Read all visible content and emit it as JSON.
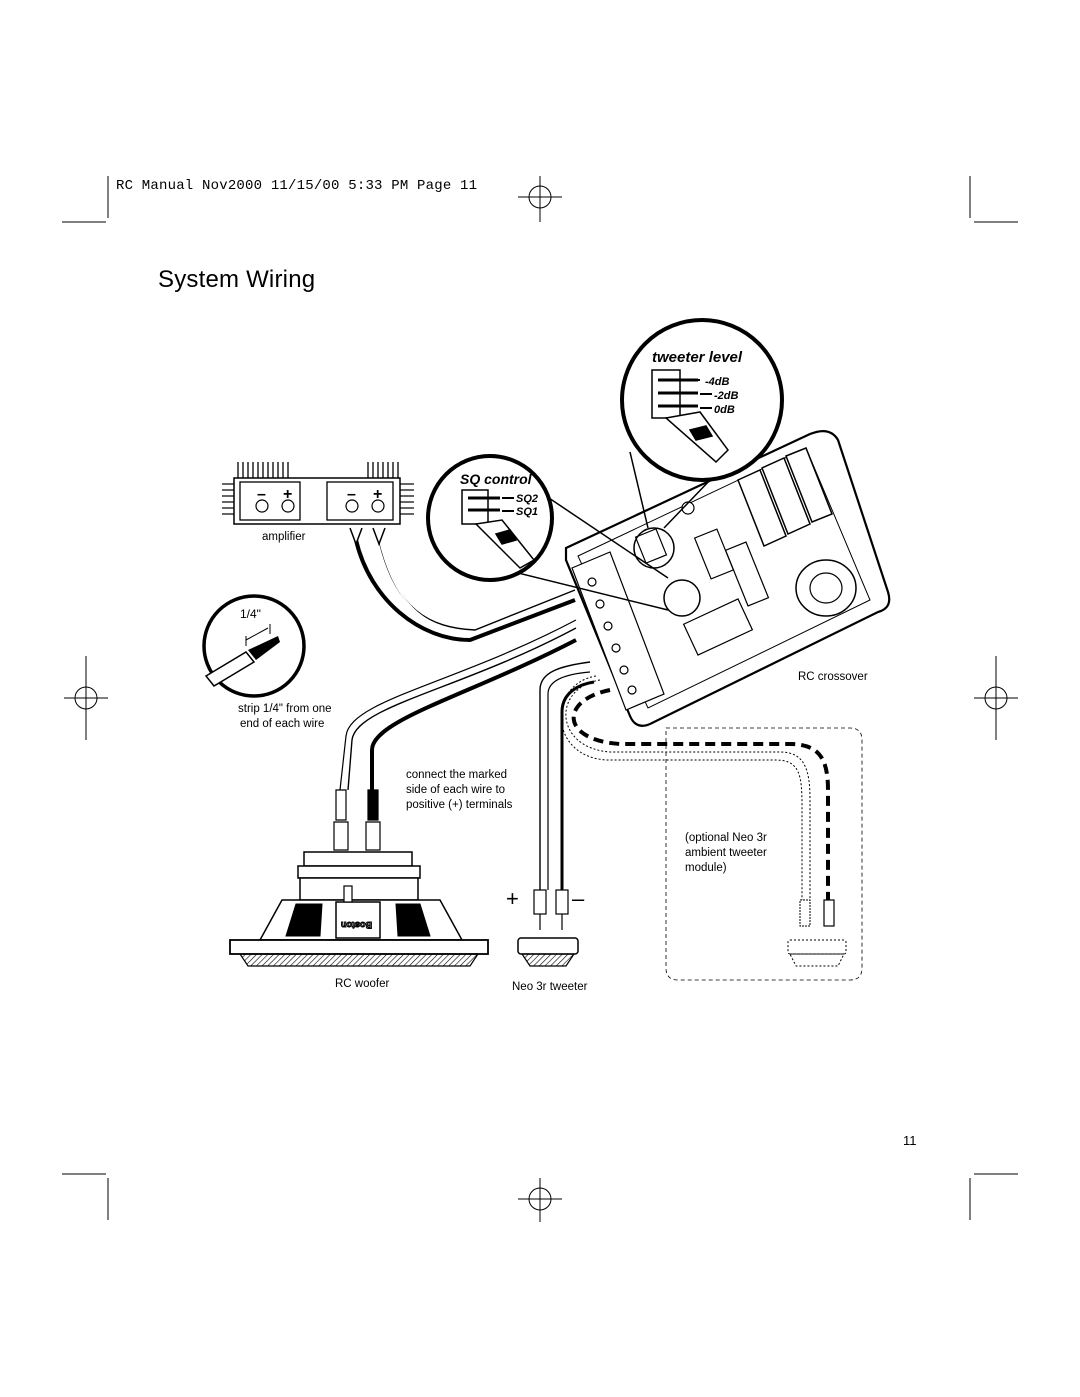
{
  "header": {
    "slug": "RC Manual Nov2000  11/15/00  5:33 PM  Page 11"
  },
  "page": {
    "title": "System Wiring",
    "number": "11"
  },
  "tweeter_level": {
    "title": "tweeter level",
    "settings": [
      "-4dB",
      "-2dB",
      "0dB"
    ]
  },
  "sq_control": {
    "title": "SQ control",
    "settings": [
      "SQ2",
      "SQ1"
    ]
  },
  "amplifier": {
    "label": "amplifier",
    "terminals": [
      "–",
      "+",
      "–",
      "+"
    ]
  },
  "strip": {
    "measure": "1/4\"",
    "note_line1": "strip 1/4\" from one",
    "note_line2": "end of each wire"
  },
  "crossover": {
    "label": "RC crossover"
  },
  "polarity_note": {
    "line1": "connect the marked",
    "line2": "side of each wire to",
    "line3": "positive (+) terminals"
  },
  "optional_module": {
    "line1": "(optional Neo 3r",
    "line2": "ambient tweeter",
    "line3": "module)"
  },
  "woofer": {
    "label": "RC woofer",
    "brand": "Boston"
  },
  "tweeter": {
    "label": "Neo 3r tweeter",
    "plus": "+",
    "minus": "–"
  }
}
